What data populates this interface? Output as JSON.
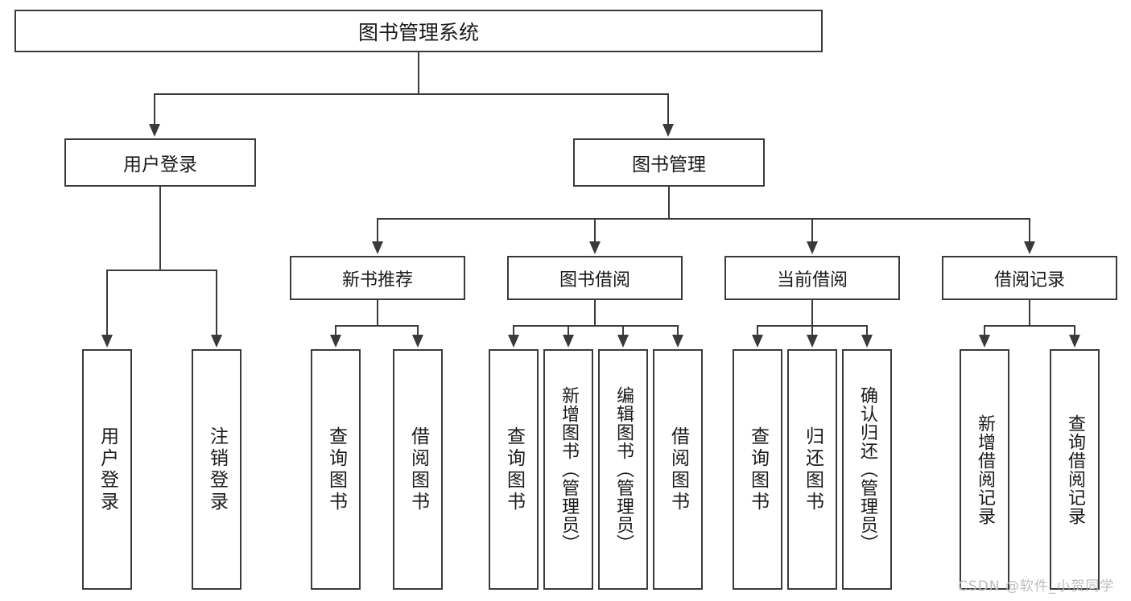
{
  "diagram": {
    "title": "图书管理系统",
    "type": "hierarchy-tree",
    "root": {
      "label": "图书管理系统"
    },
    "level1": [
      {
        "label": "用户登录"
      },
      {
        "label": "图书管理"
      }
    ],
    "level2": [
      {
        "label": "新书推荐"
      },
      {
        "label": "图书借阅"
      },
      {
        "label": "当前借阅"
      },
      {
        "label": "借阅记录"
      }
    ],
    "leaves": [
      {
        "label": "用户登录",
        "parent": "用户登录"
      },
      {
        "label": "注销登录",
        "parent": "用户登录"
      },
      {
        "label": "查询图书",
        "parent": "新书推荐"
      },
      {
        "label": "借阅图书",
        "parent": "新书推荐"
      },
      {
        "label": "查询图书",
        "parent": "图书借阅"
      },
      {
        "label": "新增图书（管理员）",
        "parent": "图书借阅"
      },
      {
        "label": "编辑图书（管理员）",
        "parent": "图书借阅"
      },
      {
        "label": "借阅图书",
        "parent": "图书借阅"
      },
      {
        "label": "查询图书",
        "parent": "当前借阅"
      },
      {
        "label": "归还图书",
        "parent": "当前借阅"
      },
      {
        "label": "确认归还（管理员）",
        "parent": "当前借阅"
      },
      {
        "label": "新增借阅记录",
        "parent": "借阅记录"
      },
      {
        "label": "查询借阅记录",
        "parent": "借阅记录"
      }
    ]
  },
  "watermark": {
    "text": "CSDN @软件_小贺同学"
  },
  "colors": {
    "stroke": "#3a3a3a",
    "text": "#1a1a1a",
    "background": "#ffffff",
    "watermark": "#bdbdbd"
  }
}
